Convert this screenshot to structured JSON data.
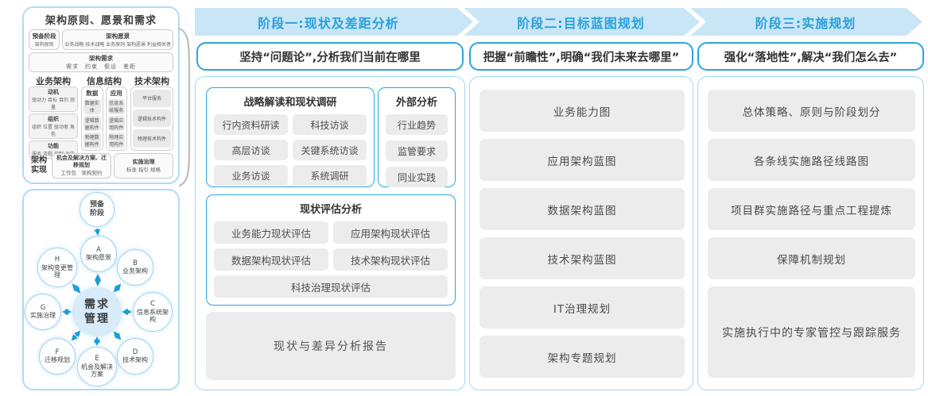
{
  "colors": {
    "accent": "#29a6de",
    "band_fill": "#c9e6f7",
    "band_text": "#2aa0da",
    "panel_border": "#aedcf5",
    "item_gray": "#ececec"
  },
  "left_panel": {
    "title": "架构原则、愿景和需求",
    "prep_title": "预备阶段",
    "prep_sub": "架构原则",
    "vision_title": "架构愿景",
    "vision_items": "业务战略 技术战略 业务原则 架构愿景 利益相关者",
    "req_title": "架构需求",
    "req_items": "需求　约束　假设　差距",
    "biz": {
      "title": "业务架构",
      "groups": [
        {
          "title": "动机",
          "text": "驱动力 目标 目的 测量"
        },
        {
          "title": "组织",
          "text": "组织 位置 驱动者 角色"
        },
        {
          "title": "功能",
          "text": "服务 流程 控制 功能"
        }
      ]
    },
    "info": {
      "title": "信息结构",
      "data_title": "数据",
      "data_items": [
        "数据实体",
        "逻辑数据构件",
        "物理数据构件"
      ],
      "app_title": "应用",
      "app_items": [
        "信息系统服务",
        "逻辑应用构件",
        "物理应用构件"
      ]
    },
    "tech": {
      "title": "技术架构",
      "items": [
        "平台服务",
        "逻辑技术构件",
        "物理技术构件"
      ]
    },
    "impl": {
      "label_line1": "架构",
      "label_line2": "实现",
      "box1_title": "机会及解决方案、迁移规划",
      "box1_items": "工作包　架构契约",
      "box2_title": "实施治理",
      "box2_items": "标准 指引 规格"
    }
  },
  "adm": {
    "prep": [
      "预备",
      "阶段"
    ],
    "center": [
      "需求",
      "管理"
    ],
    "nodes": [
      {
        "id": "A",
        "label": "架构愿景"
      },
      {
        "id": "B",
        "label": "业务架构"
      },
      {
        "id": "C",
        "label": "信息系统架构"
      },
      {
        "id": "D",
        "label": "技术架构"
      },
      {
        "id": "E",
        "label": "机会及解决方案"
      },
      {
        "id": "F",
        "label": "迁移规划"
      },
      {
        "id": "G",
        "label": "实施治理"
      },
      {
        "id": "H",
        "label": "架构变更管理"
      }
    ]
  },
  "phases": [
    {
      "header": "阶段一:现状及差距分析",
      "subtitle": "坚持“问题论”,分析我们当前在哪里",
      "survey": {
        "title": "战略解读和现状调研",
        "items": [
          "行内资料研读",
          "科技访谈",
          "高层访谈",
          "关键系统访谈",
          "业务访谈",
          "系统调研"
        ]
      },
      "external": {
        "title": "外部分析",
        "items": [
          "行业趋势",
          "监管要求",
          "同业实践"
        ]
      },
      "assess": {
        "title": "现状评估分析",
        "items": [
          "业务能力现状评估",
          "应用架构现状评估",
          "数据架构现状评估",
          "技术架构现状评估"
        ],
        "full": "科技治理现状评估"
      },
      "report": "现状与差异分析报告"
    },
    {
      "header": "阶段二:目标蓝图规划",
      "subtitle": "把握“前瞻性”,明确“我们未来去哪里”",
      "items": [
        "业务能力图",
        "应用架构蓝图",
        "数据架构蓝图",
        "技术架构蓝图",
        "IT治理规划",
        "架构专题规划"
      ]
    },
    {
      "header": "阶段三:实施规划",
      "subtitle": "强化“落地性”,解决“我们怎么去”",
      "items": [
        "总体策略、原则与阶段划分",
        "各条线实施路径线路图",
        "项目群实施路径与重点工程提炼",
        "保障机制规划"
      ],
      "tall": "实施执行中的专家管控与跟踪服务"
    }
  ]
}
